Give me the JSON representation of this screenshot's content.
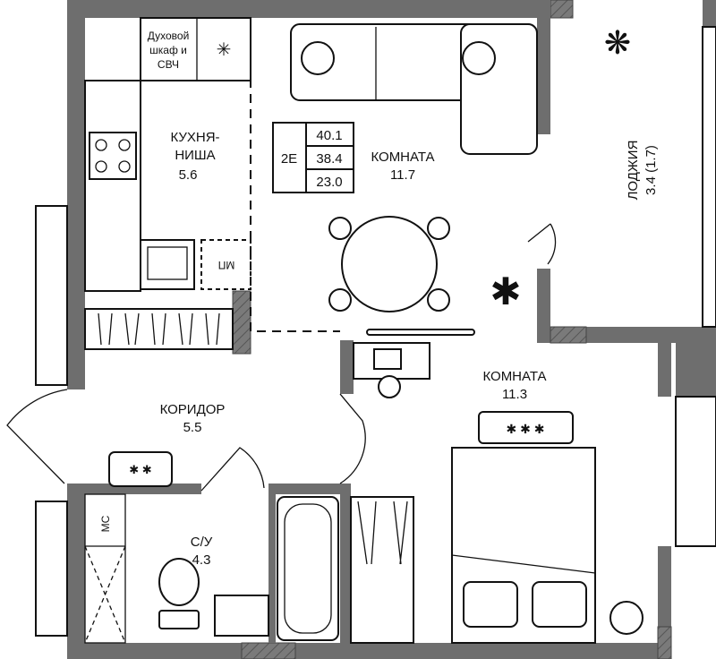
{
  "rooms": {
    "kitchen": {
      "name": "КУХНЯ-",
      "name2": "НИША",
      "area": "5.6"
    },
    "oven": {
      "line1": "Духовой",
      "line2": "шкаф и",
      "line3": "СВЧ"
    },
    "living": {
      "name": "КОМНАТА",
      "area": "11.7"
    },
    "loggia": {
      "name": "ЛОДЖИЯ",
      "area": "3.4 (1.7)"
    },
    "bedroom": {
      "name": "КОМНАТА",
      "area": "11.3"
    },
    "corridor": {
      "name": "КОРИДОР",
      "area": "5.5"
    },
    "bathroom": {
      "name": "С/У",
      "area": "4.3"
    },
    "mc": "МС",
    "mp": "МП"
  },
  "summary": {
    "type": "2Е",
    "total_area": "40.1",
    "living_area_incl": "38.4",
    "living_area": "23.0"
  }
}
